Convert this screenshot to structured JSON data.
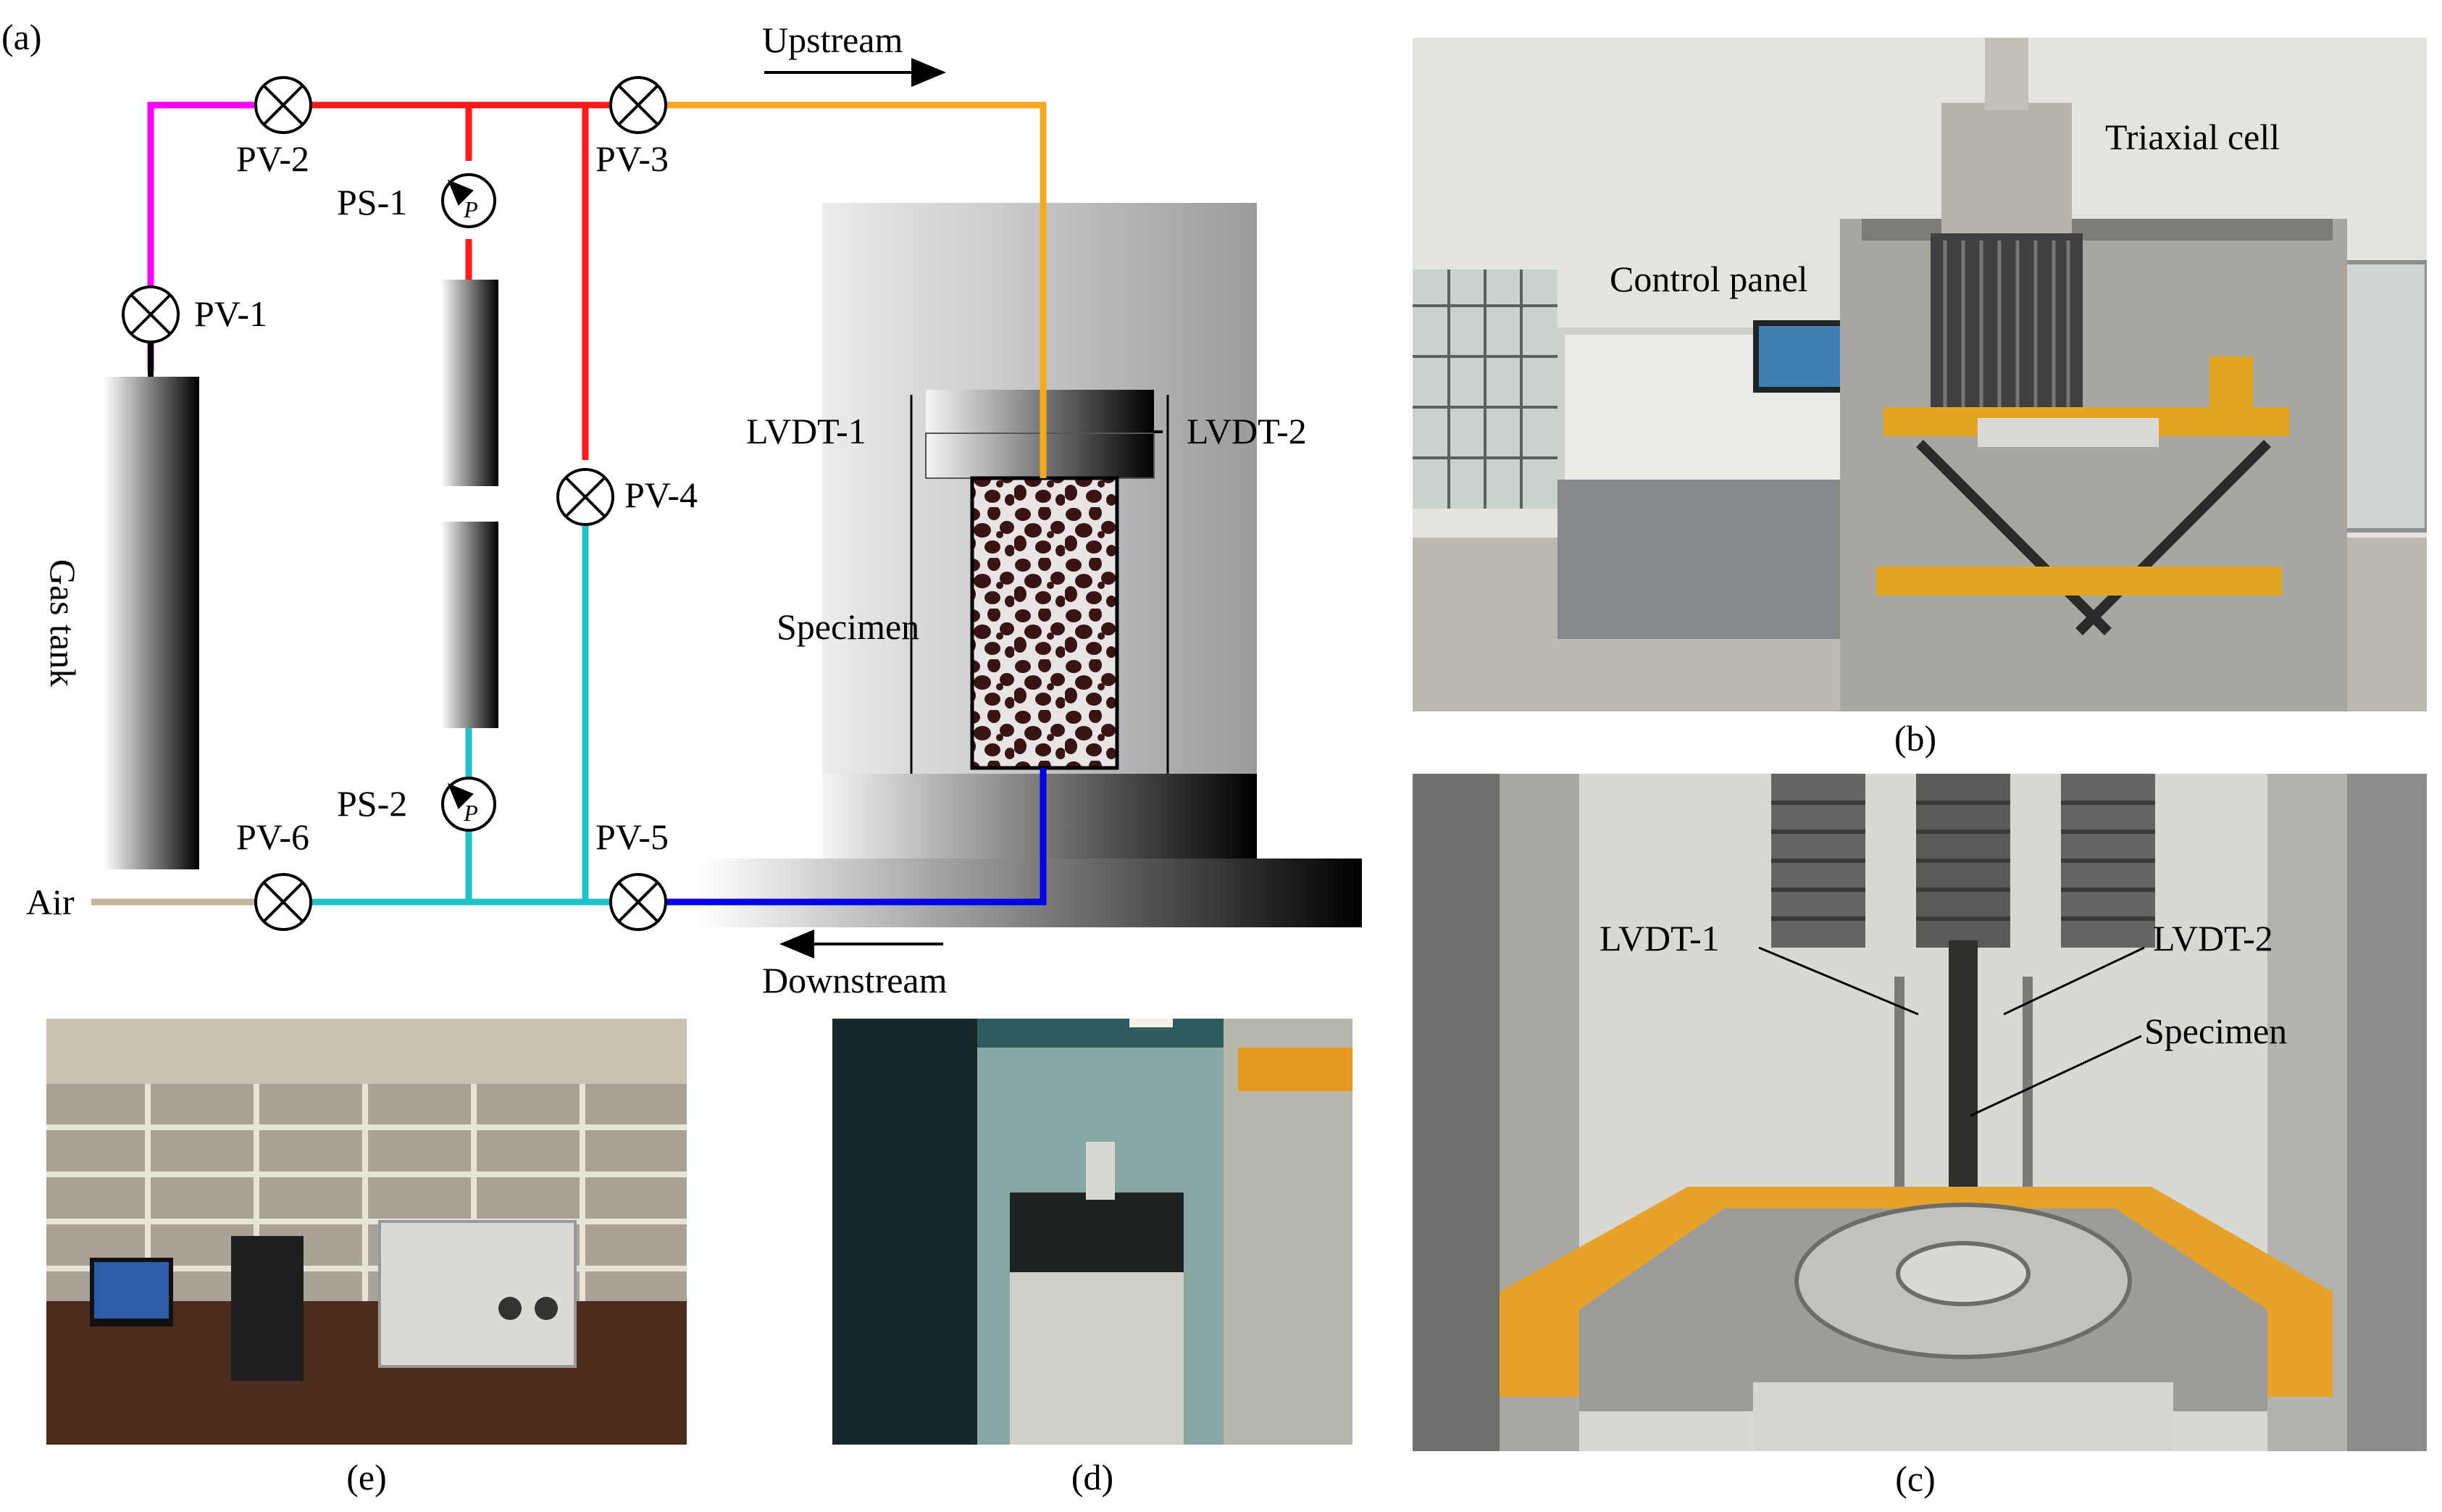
{
  "panel_a": {
    "tag": "(a)",
    "valves": [
      "PV-1",
      "PV-2",
      "PV-3",
      "PV-4",
      "PV-5",
      "PV-6"
    ],
    "sensors": [
      "PS-1",
      "PS-2"
    ],
    "sensor_symbol": "P",
    "gas_tank": "Gas tank",
    "air": "Air",
    "upstream": "Upstream",
    "downstream": "Downstream",
    "lvdt1": "LVDT-1",
    "lvdt2": "LVDT-2",
    "specimen": "Specimen",
    "colors": {
      "magenta": "#ff00ff",
      "red": "#ff1a1a",
      "orange": "#f7a823",
      "cyan": "#1fc2c9",
      "blue": "#0000e6",
      "air_line": "#c8b49a"
    }
  },
  "panel_b": {
    "caption": "(b)",
    "triaxial_cell": "Triaxial cell",
    "control_panel": "Control panel"
  },
  "panel_c": {
    "caption": "(c)",
    "lvdt1": "LVDT-1",
    "lvdt2": "LVDT-2",
    "specimen": "Specimen"
  },
  "panel_d": {
    "caption": "(d)"
  },
  "panel_e": {
    "caption": "(e)"
  }
}
